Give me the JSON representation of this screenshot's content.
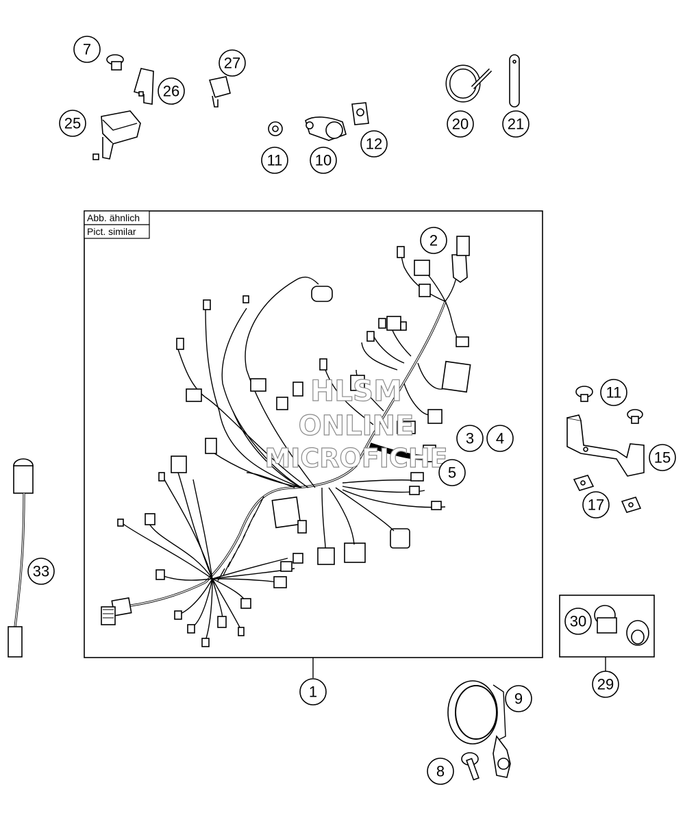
{
  "labels": {
    "similar_de": "Abb. ähnlich",
    "similar_en": "Pict. similar"
  },
  "watermark": {
    "line1": "HLSM",
    "line2": "ONLINE",
    "line3": "MICROFICHE"
  },
  "callouts": {
    "c1": "1",
    "c2": "2",
    "c3": "3",
    "c4": "4",
    "c5": "5",
    "c7": "7",
    "c8": "8",
    "c9": "9",
    "c10": "10",
    "c11a": "11",
    "c11b": "11",
    "c12": "12",
    "c15": "15",
    "c17": "17",
    "c20": "20",
    "c21": "21",
    "c25": "25",
    "c26": "26",
    "c27": "27",
    "c29": "29",
    "c30": "30",
    "c33": "33"
  }
}
